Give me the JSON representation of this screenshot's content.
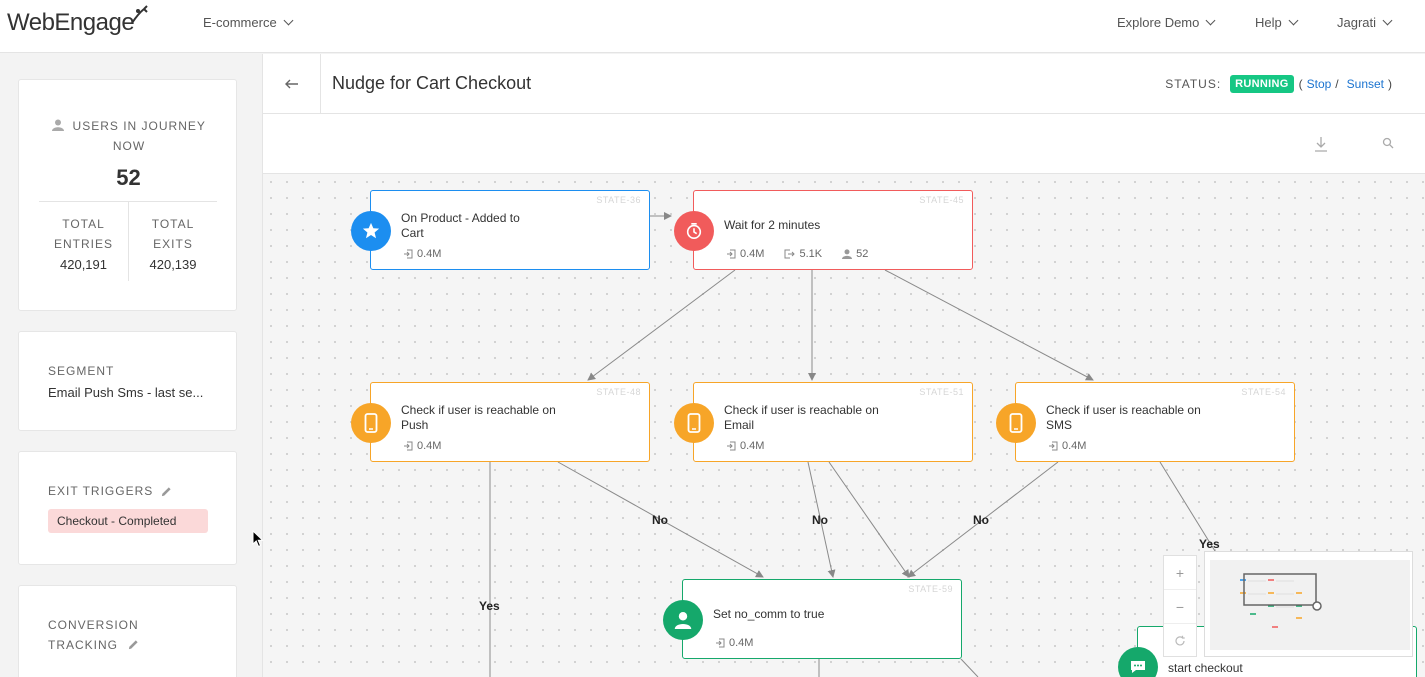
{
  "topbar": {
    "logo_text": "WebEngage",
    "project": "E-commerce",
    "nav": [
      "Explore Demo",
      "Help",
      "Jagrati"
    ]
  },
  "journey": {
    "title": "Nudge for Cart Checkout",
    "status_label": "STATUS:",
    "status_value": "RUNNING",
    "stop_label": "Stop",
    "sunset_label": "Sunset"
  },
  "stats": {
    "users_label": "USERS IN JOURNEY NOW",
    "users_value": "52",
    "entries_label": "TOTAL ENTRIES",
    "entries_value": "420,191",
    "exits_label": "TOTAL EXITS",
    "exits_value": "420,139"
  },
  "segment": {
    "label": "SEGMENT",
    "value": "Email Push Sms - last se..."
  },
  "exit_triggers": {
    "label": "EXIT TRIGGERS",
    "value": "Checkout - Completed"
  },
  "conversion": {
    "label": "CONVERSION TRACKING"
  },
  "colors": {
    "trigger": "#1c8ef0",
    "wait": "#f15b5b",
    "condition": "#f7a528",
    "action": "#15a86b",
    "running": "#16c784",
    "link": "#1a73d0"
  },
  "nodes": {
    "n36": {
      "state": "STATE-36",
      "title": "On Product - Added to Cart",
      "entries": "0.4M"
    },
    "n45": {
      "state": "STATE-45",
      "title": "Wait for 2 minutes",
      "entries": "0.4M",
      "exits": "5.1K",
      "users": "52"
    },
    "n48": {
      "state": "STATE-48",
      "title": "Check if user is  reachable on Push",
      "entries": "0.4M"
    },
    "n51": {
      "state": "STATE-51",
      "title": "Check if user is  reachable on Email",
      "entries": "0.4M"
    },
    "n54": {
      "state": "STATE-54",
      "title": "Check if user is  reachable on SMS",
      "entries": "0.4M"
    },
    "n59": {
      "state": "STATE-59",
      "title": "Set no_comm to true",
      "entries": "0.4M"
    },
    "n_partial": {
      "title_line2": "start checkout"
    }
  },
  "edge_labels": {
    "no": "No",
    "yes": "Yes"
  },
  "zoom": {
    "in": "+",
    "out": "−"
  }
}
